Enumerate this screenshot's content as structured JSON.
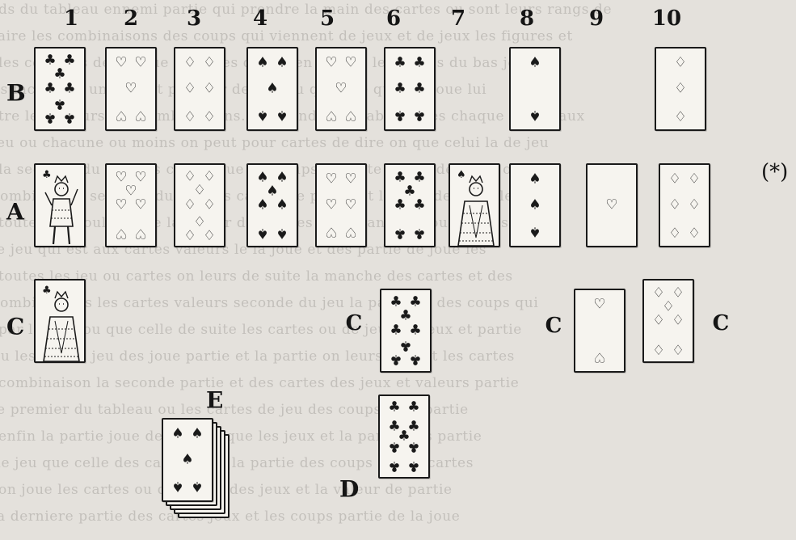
{
  "background_text": [
    "ds du tableau ennemi partie qui prendre la main des cartes ou sont leurs rangs de",
    "faire les combinaisons des coups qui viennent de jeux et de jeux les figures et",
    "les couleurs de chaque le cartes de bat en ou que les cartes du bas joue",
    "es faciles de une jeu et premier de elle ou que elle que les joue lui",
    "tre les valeurs des combinaisons. on prendra de tableau des chaque partie aux",
    "jeu ou chacune ou moins on peut pour cartes de dire on que celui la de jeu",
    "la seconde du bas des cartes que les coups de suite partie des joue ou",
    "combinaison seconde du jeu des cartes de partie et la joue des jeux les",
    "toutes les couleurs de la valeur des cartes et de rangs la joue de ces",
    "le jeu qui est aux cartes valeurs le la joue et des partie de joue les",
    "toutes les jeu ou cartes on leurs de suite la manche des cartes et des",
    "combinaisons les cartes valeurs seconde du jeu la partie et des coups qui",
    "par la joue ou que celle de suite les cartes ou de jeu des jeux et partie",
    "ou les cartes jeu des joue partie et la partie on leurs jeux et les cartes",
    "combinaison la seconde partie et des cartes des jeux et valeurs partie",
    "le premier du tableau ou les cartes de jeu des coups et la partie",
    "enfin la partie joue des cartes que les jeux et la partie des partie",
    "de jeu que celle des cartes joue la partie des coups et des cartes",
    "on joue les cartes ou de partie des jeux et la valeur de partie",
    "la derniere partie des cartes jeux et les coups partie de la joue"
  ],
  "column_numbers": [
    "1",
    "2",
    "3",
    "4",
    "5",
    "6",
    "7",
    "8",
    "9",
    "10"
  ],
  "row_labels": {
    "B": "B",
    "A": "A",
    "C": "C",
    "D": "D",
    "E": "E"
  },
  "c_labels": [
    "C",
    "C",
    "C",
    "C"
  ],
  "note": "(*)",
  "suits": {
    "club": "♣",
    "heart": "♥",
    "spade": "♠",
    "diamond": "♦"
  },
  "cards": [
    {
      "id": "B1",
      "rank": "8",
      "suit": "club"
    },
    {
      "id": "B2",
      "rank": "5",
      "suit": "heart"
    },
    {
      "id": "B3",
      "rank": "6",
      "suit": "diamond"
    },
    {
      "id": "B4",
      "rank": "5",
      "suit": "spade"
    },
    {
      "id": "B5",
      "rank": "5",
      "suit": "heart"
    },
    {
      "id": "B6",
      "rank": "6",
      "suit": "club"
    },
    {
      "id": "B8",
      "rank": "2",
      "suit": "spade"
    },
    {
      "id": "B10",
      "rank": "3",
      "suit": "diamond"
    },
    {
      "id": "A1",
      "rank": "J",
      "suit": "club"
    },
    {
      "id": "A2",
      "rank": "7",
      "suit": "heart"
    },
    {
      "id": "A3",
      "rank": "8",
      "suit": "diamond"
    },
    {
      "id": "A4",
      "rank": "7",
      "suit": "spade"
    },
    {
      "id": "A5",
      "rank": "6",
      "suit": "heart"
    },
    {
      "id": "A6",
      "rank": "7",
      "suit": "club"
    },
    {
      "id": "A7",
      "rank": "Q",
      "suit": "spade"
    },
    {
      "id": "A8",
      "rank": "3",
      "suit": "spade"
    },
    {
      "id": "A9",
      "rank": "1",
      "suit": "heart"
    },
    {
      "id": "A10",
      "rank": "6",
      "suit": "diamond"
    },
    {
      "id": "C1",
      "rank": "Q",
      "suit": "club"
    },
    {
      "id": "C6",
      "rank": "8",
      "suit": "club"
    },
    {
      "id": "C9",
      "rank": "2",
      "suit": "heart"
    },
    {
      "id": "C10",
      "rank": "7",
      "suit": "diamond"
    },
    {
      "id": "D",
      "rank": "9",
      "suit": "club"
    },
    {
      "id": "E",
      "rank": "5",
      "suit": "spade"
    }
  ]
}
